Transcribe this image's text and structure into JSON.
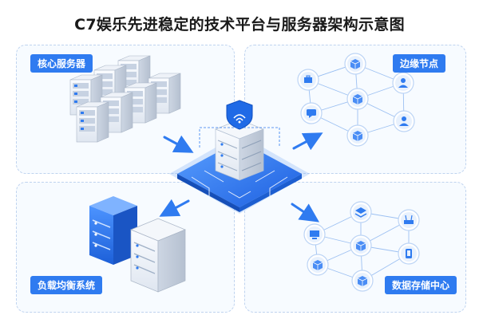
{
  "title": "C7娱乐先进稳定的技术平台与服务器架构示意图",
  "panels": {
    "core_servers": {
      "label": "核心服务器"
    },
    "edge_nodes": {
      "label": "边缘节点"
    },
    "load_balancing": {
      "label": "负载均衡系统"
    },
    "data_center": {
      "label": "数据存储中心"
    }
  },
  "colors": {
    "accent": "#2f7bf0",
    "panel_border": "#bfd3ef",
    "node_fill": "#e8f1fd"
  },
  "icons": {
    "edge_nodes": [
      "toolbox-icon",
      "cube-icon",
      "person-icon",
      "chat-icon",
      "cube-icon",
      "person-icon",
      "cube-icon"
    ],
    "data_center": [
      "layers-icon",
      "cube-icon",
      "router-icon",
      "monitor-icon",
      "cube-icon",
      "phone-icon",
      "cube-icon",
      "cube-icon"
    ]
  }
}
